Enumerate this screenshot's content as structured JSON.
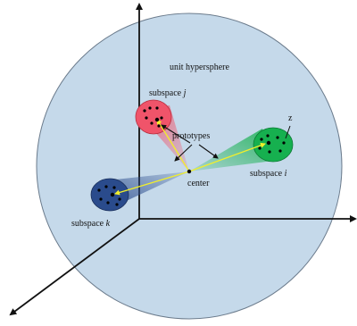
{
  "labels": {
    "title": "unit hypersphere",
    "subspace_prefix": "subspace",
    "subspace_j_var": "j",
    "subspace_i_var": "i",
    "subspace_k_var": "k",
    "prototypes": "prototypes",
    "center": "center",
    "z": "z"
  },
  "colors": {
    "sphere_fill": "#c5d9ea",
    "sphere_stroke": "#6b7b8c",
    "axis": "#111111",
    "subspace_j": "#f0546a",
    "subspace_i": "#16b04f",
    "subspace_k": "#2a4b8c",
    "arrow_yellow": "#f2ef2a",
    "point": "#000000"
  },
  "icons": [
    "center-point",
    "prototype-point",
    "data-point"
  ]
}
